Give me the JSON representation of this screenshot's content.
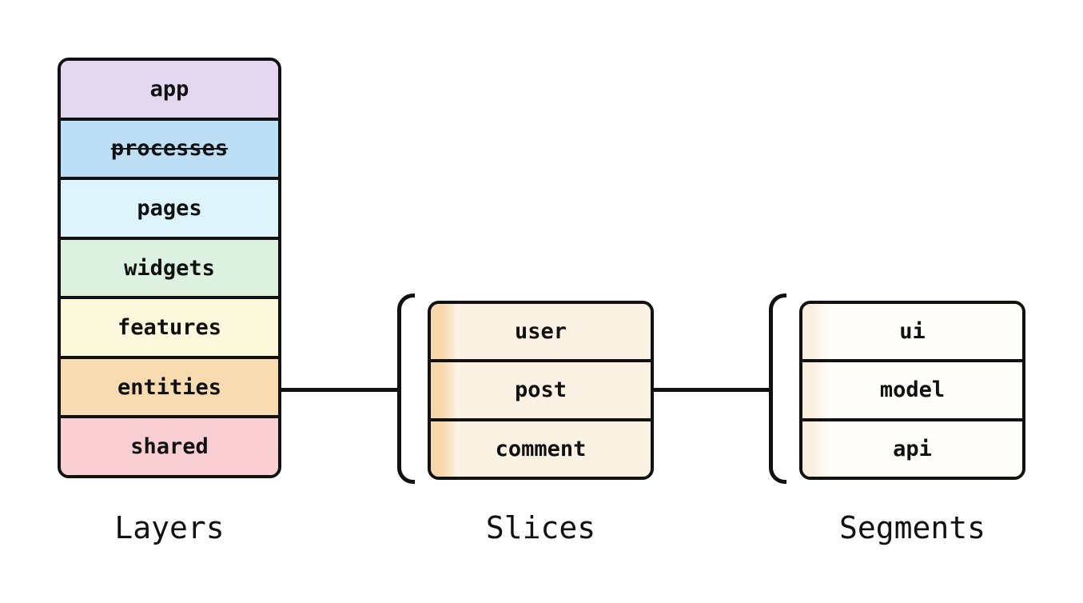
{
  "diagram": {
    "background": "#ffffff",
    "stroke_color": "#111111",
    "columns": [
      {
        "caption": "Layers",
        "rows": [
          {
            "label": "app",
            "bg": "#e4d8f1",
            "deprecated": false
          },
          {
            "label": "processes",
            "bg": "#bddff6",
            "deprecated": true
          },
          {
            "label": "pages",
            "bg": "#def4fb",
            "deprecated": false
          },
          {
            "label": "widgets",
            "bg": "#dcf1e0",
            "deprecated": false
          },
          {
            "label": "features",
            "bg": "#fbf8dc",
            "deprecated": false
          },
          {
            "label": "entities",
            "bg": "#f8dbb1",
            "deprecated": false
          },
          {
            "label": "shared",
            "bg": "#f9cfd4",
            "deprecated": false
          }
        ]
      },
      {
        "caption": "Slices",
        "row_bg": "#fcf2e4",
        "stripe_color": "#f7d8ab",
        "rows": [
          {
            "label": "user"
          },
          {
            "label": "post"
          },
          {
            "label": "comment"
          }
        ]
      },
      {
        "caption": "Segments",
        "row_bg": "#fffefb",
        "stripe_color": "#faefdf",
        "rows": [
          {
            "label": "ui"
          },
          {
            "label": "model"
          },
          {
            "label": "api"
          }
        ]
      }
    ]
  }
}
